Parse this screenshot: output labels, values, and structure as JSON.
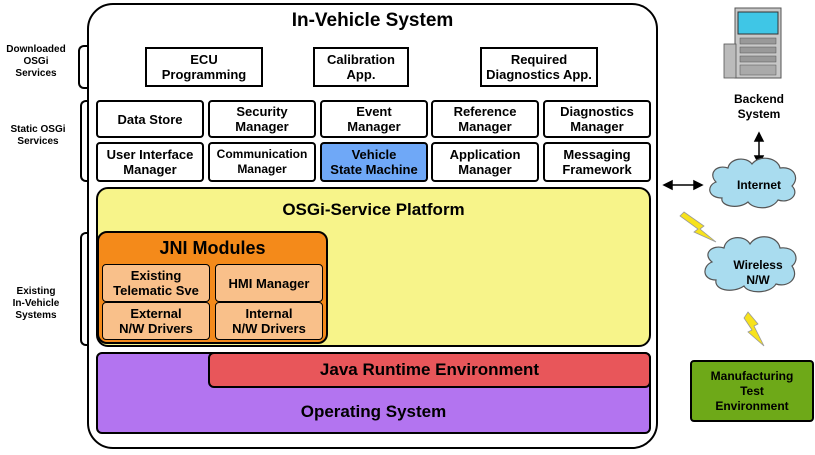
{
  "title": "In-Vehicle System",
  "side_labels": {
    "downloaded": "Downloaded\nOSGi\nServices",
    "static": "Static OSGi\nServices",
    "existing": "Existing\nIn-Vehicle\nSystems"
  },
  "downloaded_services": [
    "ECU\nProgramming",
    "Calibration\nApp.",
    "Required\nDiagnostics App."
  ],
  "static_row1": [
    "Data Store",
    "Security\nManager",
    "Event\nManager",
    "Reference\nManager",
    "Diagnostics\nManager"
  ],
  "static_row2": [
    "User Interface\nManager",
    "Communication\nManager",
    "Vehicle\nState Machine",
    "Application\nManager",
    "Messaging\nFramework"
  ],
  "platform": "OSGi-Service Platform",
  "jni": {
    "title": "JNI Modules",
    "modules": [
      "Existing\nTelematic Sve",
      "HMI Manager",
      "External\nN/W Drivers",
      "Internal\nN/W Drivers"
    ]
  },
  "jre": "Java Runtime Environment",
  "os": "Operating System",
  "backend": "Backend\nSystem",
  "internet": "Internet",
  "wireless": "Wireless\nN/W",
  "manufacturing": "Manufacturing\nTest\nEnvironment",
  "colors": {
    "highlight": "#6fa8f7",
    "platform": "#f7f48a",
    "jni": "#f48a1a",
    "module": "#f9c08a",
    "jre": "#e8565a",
    "os": "#b374f0",
    "cloud": "#a9dcef",
    "manufacturing": "#6ea918",
    "lightning": "#f7e21c"
  }
}
